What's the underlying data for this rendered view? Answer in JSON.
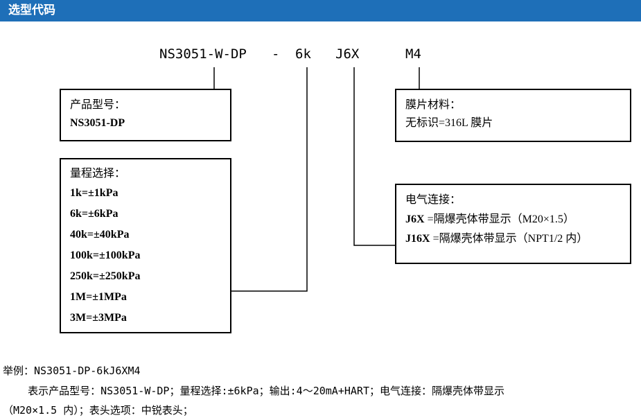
{
  "header": {
    "title": "选型代码"
  },
  "code": {
    "model": "NS3051-W-DP",
    "dash": "-",
    "range": "6k",
    "connection": "J6X",
    "material": "M4"
  },
  "product_box": {
    "title": "产品型号：",
    "value": "NS3051-DP"
  },
  "range_box": {
    "title": "量程选择：",
    "items": [
      "1k=±1kPa",
      "6k=±6kPa",
      "40k=±40kPa",
      "100k=±100kPa",
      "250k=±250kPa",
      "1M=±1MPa",
      "3M=±3MPa"
    ]
  },
  "material_box": {
    "title": "膜片材料：",
    "value": "无标识=316L 膜片"
  },
  "connection_box": {
    "title": "电气连接：",
    "items": [
      {
        "code": "J6X",
        "desc": " =隔爆壳体带显示（M20×1.5）"
      },
      {
        "code": "J16X",
        "desc": " =隔爆壳体带显示（NPT1/2 内）"
      }
    ]
  },
  "example": {
    "label": "举例：NS3051-DP-6kJ6XM4",
    "line1": "    表示产品型号：NS3051-W-DP；量程选择:±6kPa；输出:4～20mA+HART；电气连接：隔爆壳体带显示",
    "line2": "（M20×1.5 内）；表头选项：中锐表头；"
  }
}
